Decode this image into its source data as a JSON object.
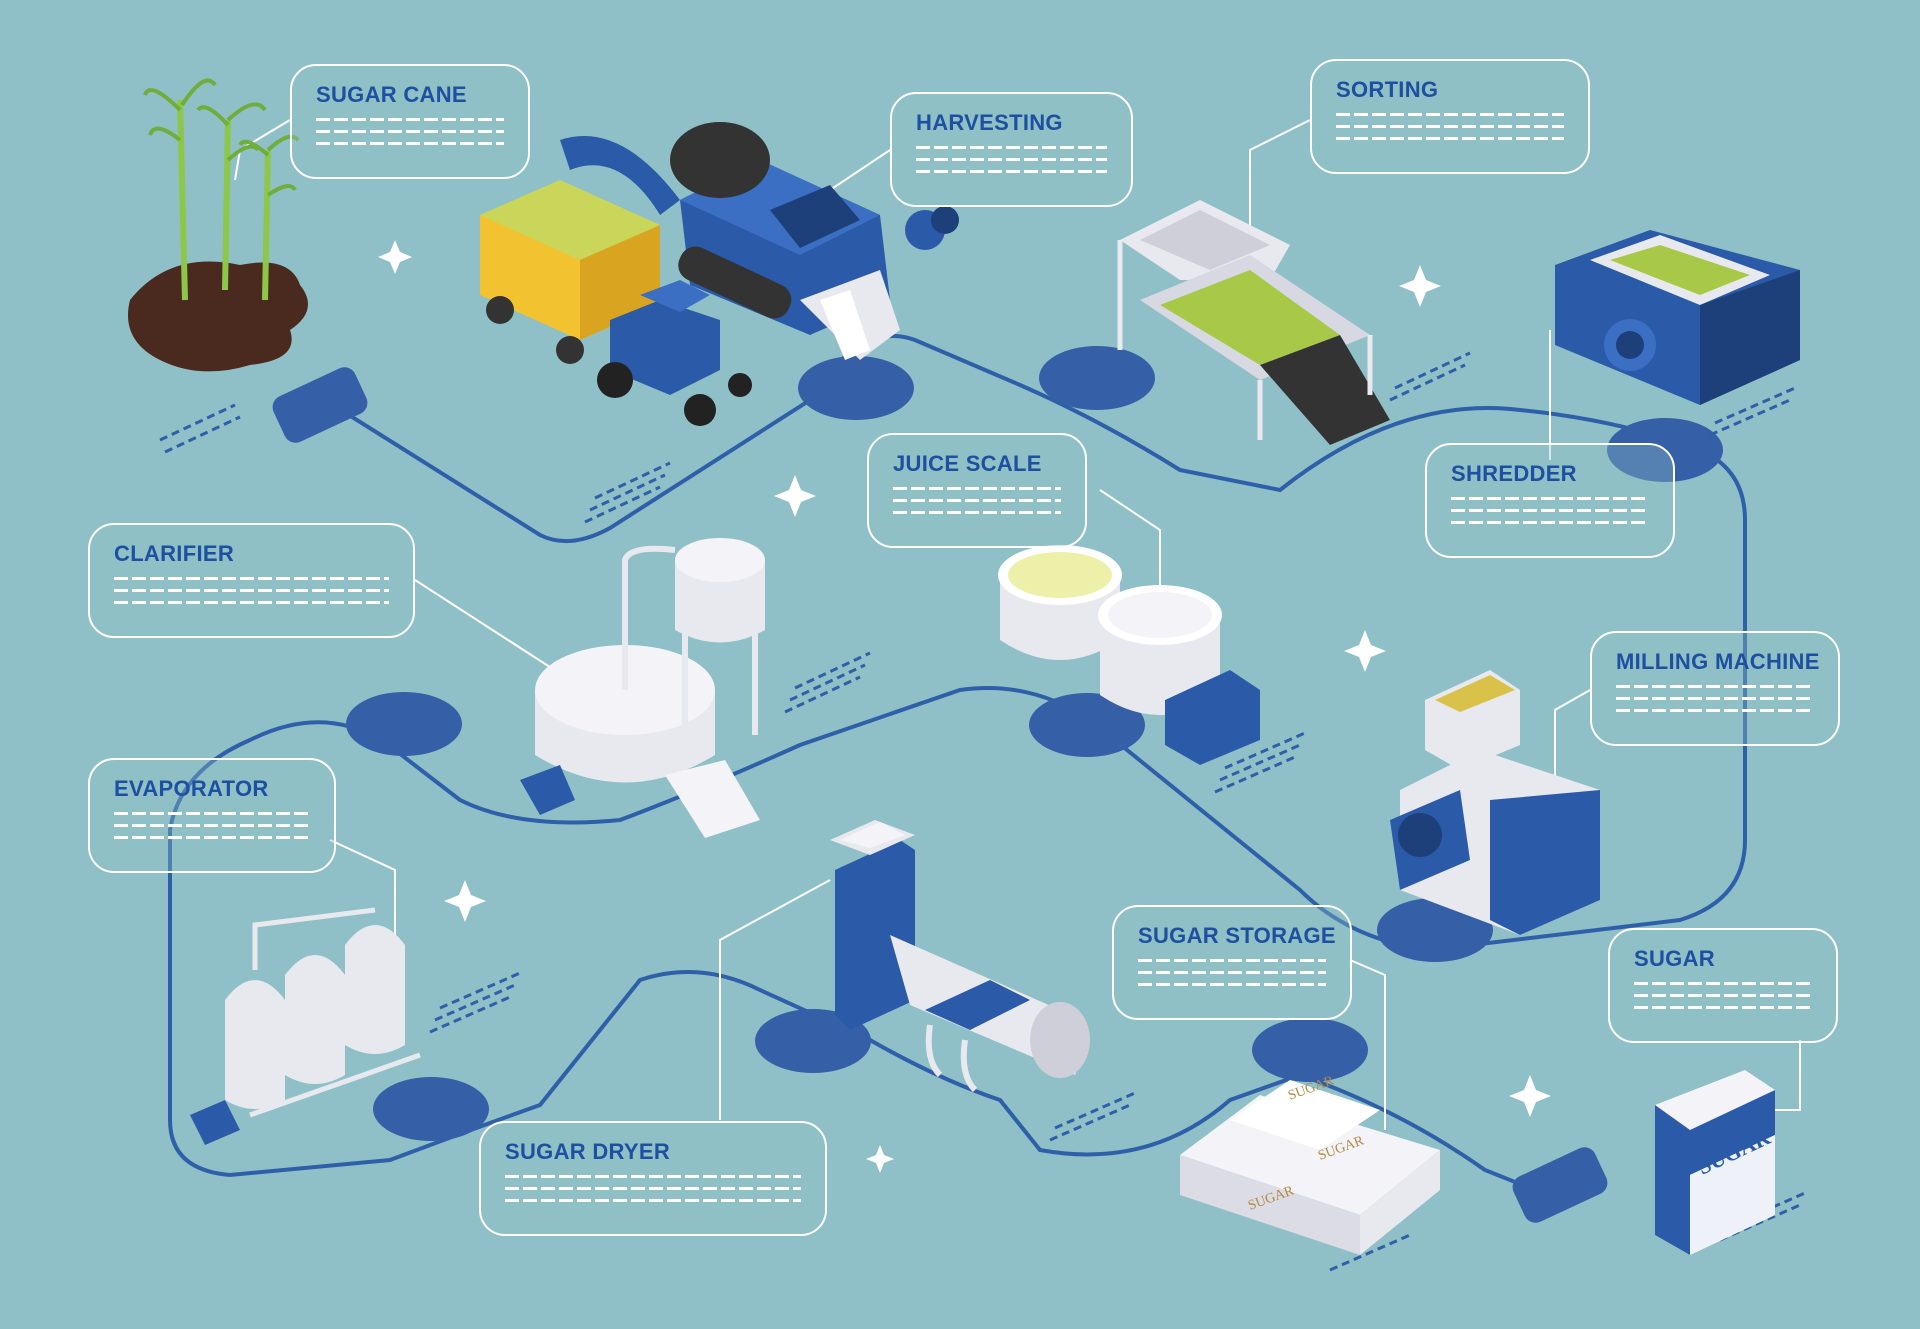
{
  "colors": {
    "background": "#8fc0c7",
    "path_line": "#2f5fa8",
    "node_dark": "#3560a8",
    "label_text": "#1f4fa0",
    "machine_blue": "#2a5aa8",
    "machine_white": "#e8e8ef"
  },
  "stages": [
    {
      "id": "sugar-cane",
      "title": "SUGAR CANE"
    },
    {
      "id": "harvesting",
      "title": "HARVESTING"
    },
    {
      "id": "sorting",
      "title": "SORTING"
    },
    {
      "id": "shredder",
      "title": "SHREDDER"
    },
    {
      "id": "milling-machine",
      "title": "MILLING MACHINE"
    },
    {
      "id": "juice-scale",
      "title": "JUICE SCALE"
    },
    {
      "id": "clarifier",
      "title": "CLARIFIER"
    },
    {
      "id": "evaporator",
      "title": "EVAPORATOR"
    },
    {
      "id": "sugar-dryer",
      "title": "SUGAR DRYER"
    },
    {
      "id": "sugar-storage",
      "title": "SUGAR STORAGE"
    },
    {
      "id": "sugar",
      "title": "SUGAR"
    }
  ],
  "icons": [
    "sugar-cane-plant-icon",
    "harvester-icon",
    "tractor-trailer-icon",
    "sorting-conveyor-icon",
    "shredder-icon",
    "milling-machine-icon",
    "juice-tanks-icon",
    "clarifier-tank-icon",
    "evaporator-tanks-icon",
    "dryer-drum-icon",
    "sugar-bags-icon",
    "sugar-package-icon",
    "sparkle-icon"
  ],
  "product": {
    "package_text": "SUGAR",
    "bag_text": "SUGAR"
  }
}
